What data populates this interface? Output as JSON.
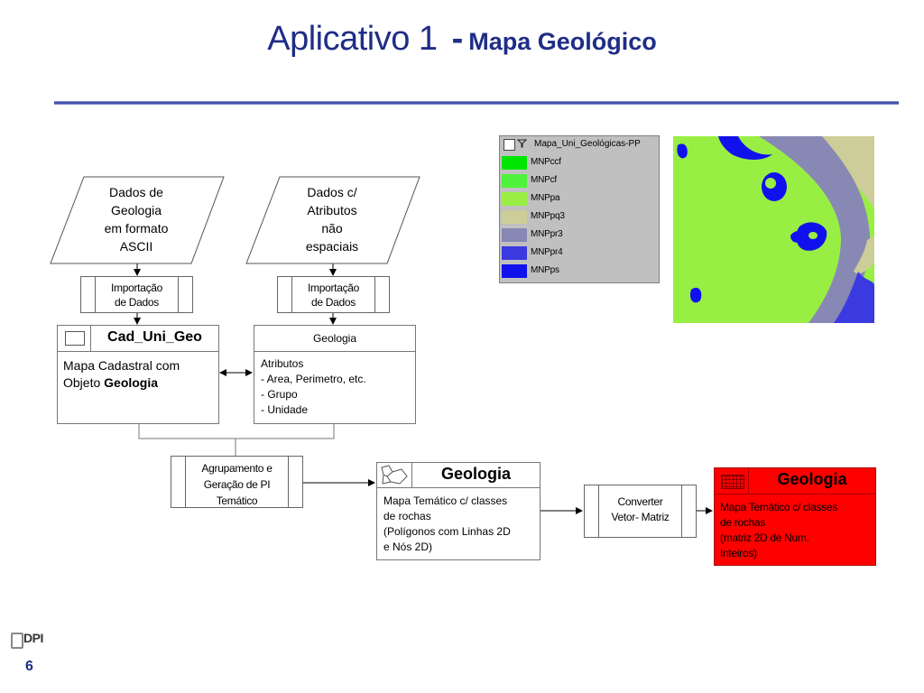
{
  "title": {
    "part1": "Aplicativo 1",
    "dash": "-",
    "part2": "Mapa Geológico"
  },
  "flow": {
    "input_geologia": "Dados de\nGeologia\nem formato\nASCII",
    "input_atributos": "Dados c/\nAtributos\nnão\nespaciais",
    "import_1": "Importação\nde Dados",
    "import_2": "Importação\nde Dados",
    "cad_box": {
      "title": "Cad_Uni_Geo",
      "body_line1": "Mapa Cadastral com",
      "body_line2_prefix": "Objeto ",
      "body_line2_bold": "Geologia"
    },
    "geologia_table": {
      "title": "Geologia",
      "body": "Atributos\n- Area, Perimetro, etc.\n- Grupo\n- Unidade"
    },
    "agrupamento": "Agrupamento e\nGeração de PI\nTemático",
    "tematico_box": {
      "title": "Geologia",
      "body": "Mapa Temático c/ classes\nde rochas\n(Polígonos com Linhas 2D\ne Nós 2D)"
    },
    "converter": "Converter\nVetor- Matriz",
    "matriz_box": {
      "title": "Geologia",
      "body": "Mapa Temático c/ classes\nde rochas\n(matriz 2D de Num.\nInteiros)"
    }
  },
  "legend": {
    "header": "Mapa_Uni_Geológicas-PP",
    "items": [
      {
        "label": "MNPccf",
        "color": "#00e600"
      },
      {
        "label": "MNPcf",
        "color": "#4ff23a"
      },
      {
        "label": "MNPpa",
        "color": "#99ee44"
      },
      {
        "label": "MNPpq3",
        "color": "#cdcd99"
      },
      {
        "label": "MNPpr3",
        "color": "#8888b4"
      },
      {
        "label": "MNPpr4",
        "color": "#3a3ae0"
      },
      {
        "label": "MNPps",
        "color": "#1111ee"
      }
    ]
  },
  "footer": {
    "logo": "DPI",
    "page_number": "6"
  },
  "colors": {
    "title": "#1f2d86",
    "accent_red": "#ff0000"
  }
}
